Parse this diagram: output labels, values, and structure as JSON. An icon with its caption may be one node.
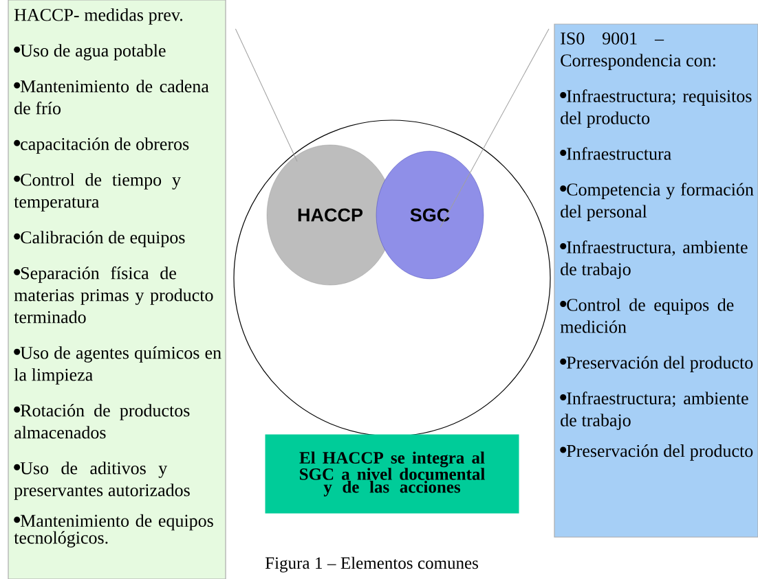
{
  "diagram": {
    "caption": "Figura 1 – Elementos comunes",
    "nodes": [
      {
        "text": [
          "HACCP- medidas prev.",
          "Uso de agua potable",
          "Mantenimiento de cadena de frío",
          "capacitación de obreros",
          "Control de tiempo y temperatura",
          "Calibración de equipos",
          "Separación física de materias primas y producto terminado",
          "Uso de agentes químicos en la limpieza",
          "Rotación de productos almacenados",
          "Uso de aditivos y preservantes autorizados",
          "Mantenimiento de equipos tecnológicos."
        ]
      },
      {
        "text": [
          "IS0 9001 – Correspondencia con:",
          "Infraestructura; requisitos del producto",
          "Infraestructura",
          "Competencia y formación del personal",
          "Infraestructura, ambiente de trabajo",
          "Control de equipos de medición",
          "Preservación del producto",
          "Infraestructura; ambiente de trabajo",
          "Preservación del producto"
        ]
      },
      {
        "text": [],
        "shape": "circle"
      },
      {
        "text": [
          "HACCP"
        ],
        "in": 2
      },
      {
        "text": [
          "SGC"
        ],
        "in": 2
      },
      {
        "text": [
          "El HACCP se integra al SGC a nivel documental y de las acciones"
        ]
      }
    ],
    "edges": [
      {
        "from": 0,
        "to": 3,
        "arrow": "none"
      },
      {
        "from": 1,
        "to": 4,
        "arrow": "none"
      }
    ]
  }
}
